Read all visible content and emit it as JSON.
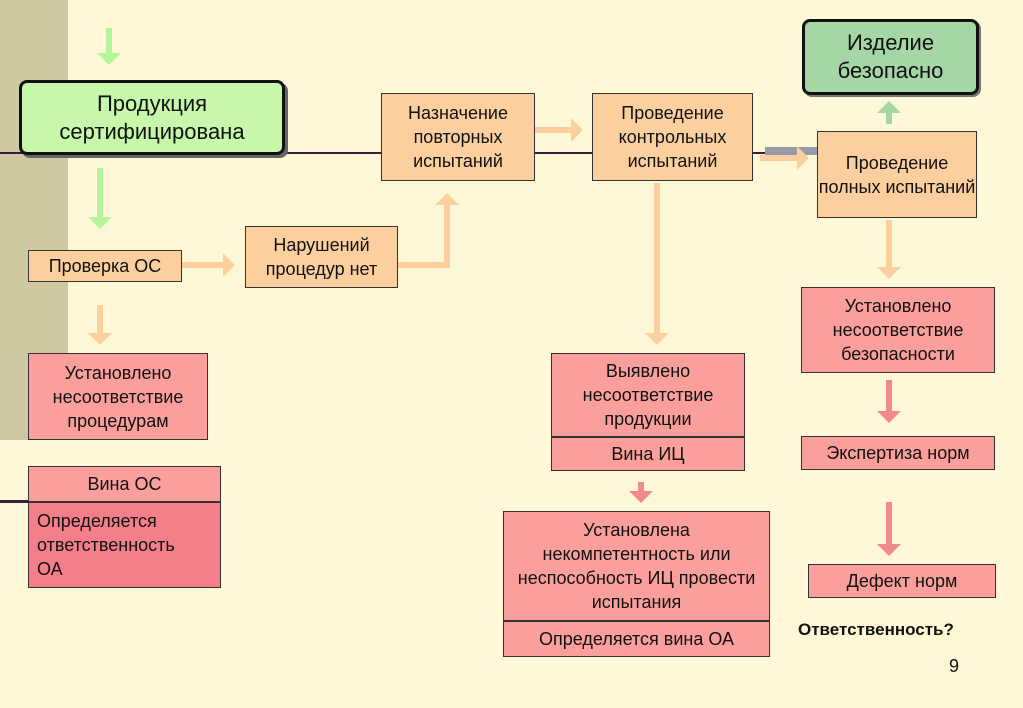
{
  "boxes": {
    "produkciya": "Продукция сертифицирована",
    "izdelie": "Изделие безопасно",
    "naznachenie": "Назначение повторных испытаний",
    "kontrolnye": "Проведение контрольных испытаний",
    "polnye": "Проведение полных испытаний",
    "proverka": "Проверка ОС",
    "narusheniy": "Нарушений процедур нет",
    "nesootv_proc": "Установлено несоответствие процедурам",
    "vina_os": "Вина ОС",
    "opredelyaetsya_oa": "Определяется ответственность ОА",
    "vyyavleno": "Выявлено несоответствие продукции",
    "vina_ic": "Вина ИЦ",
    "nekompetentnost": "Установлена некомпетентность или неспособность ИЦ провести испытания",
    "vina_oa": "Определяется вина ОА",
    "nesootv_bez": "Установлено несоответствие безопасности",
    "ekspertiza": "Экспертиза норм",
    "defekt": "Дефект норм"
  },
  "question": "Ответственность?",
  "page_number": "9",
  "colors": {
    "background": "#FFF8D6",
    "orange_box": "#FBCF9E",
    "pink_box": "#FA9F9C",
    "deep_pink_box": "#F47E8A",
    "green_box": "#C6F7AA",
    "green_box_2": "#A4D6A6",
    "arrow_green": "#B7F59A",
    "arrow_orange": "#FBCF9E",
    "arrow_pink": "#F28A8A"
  }
}
